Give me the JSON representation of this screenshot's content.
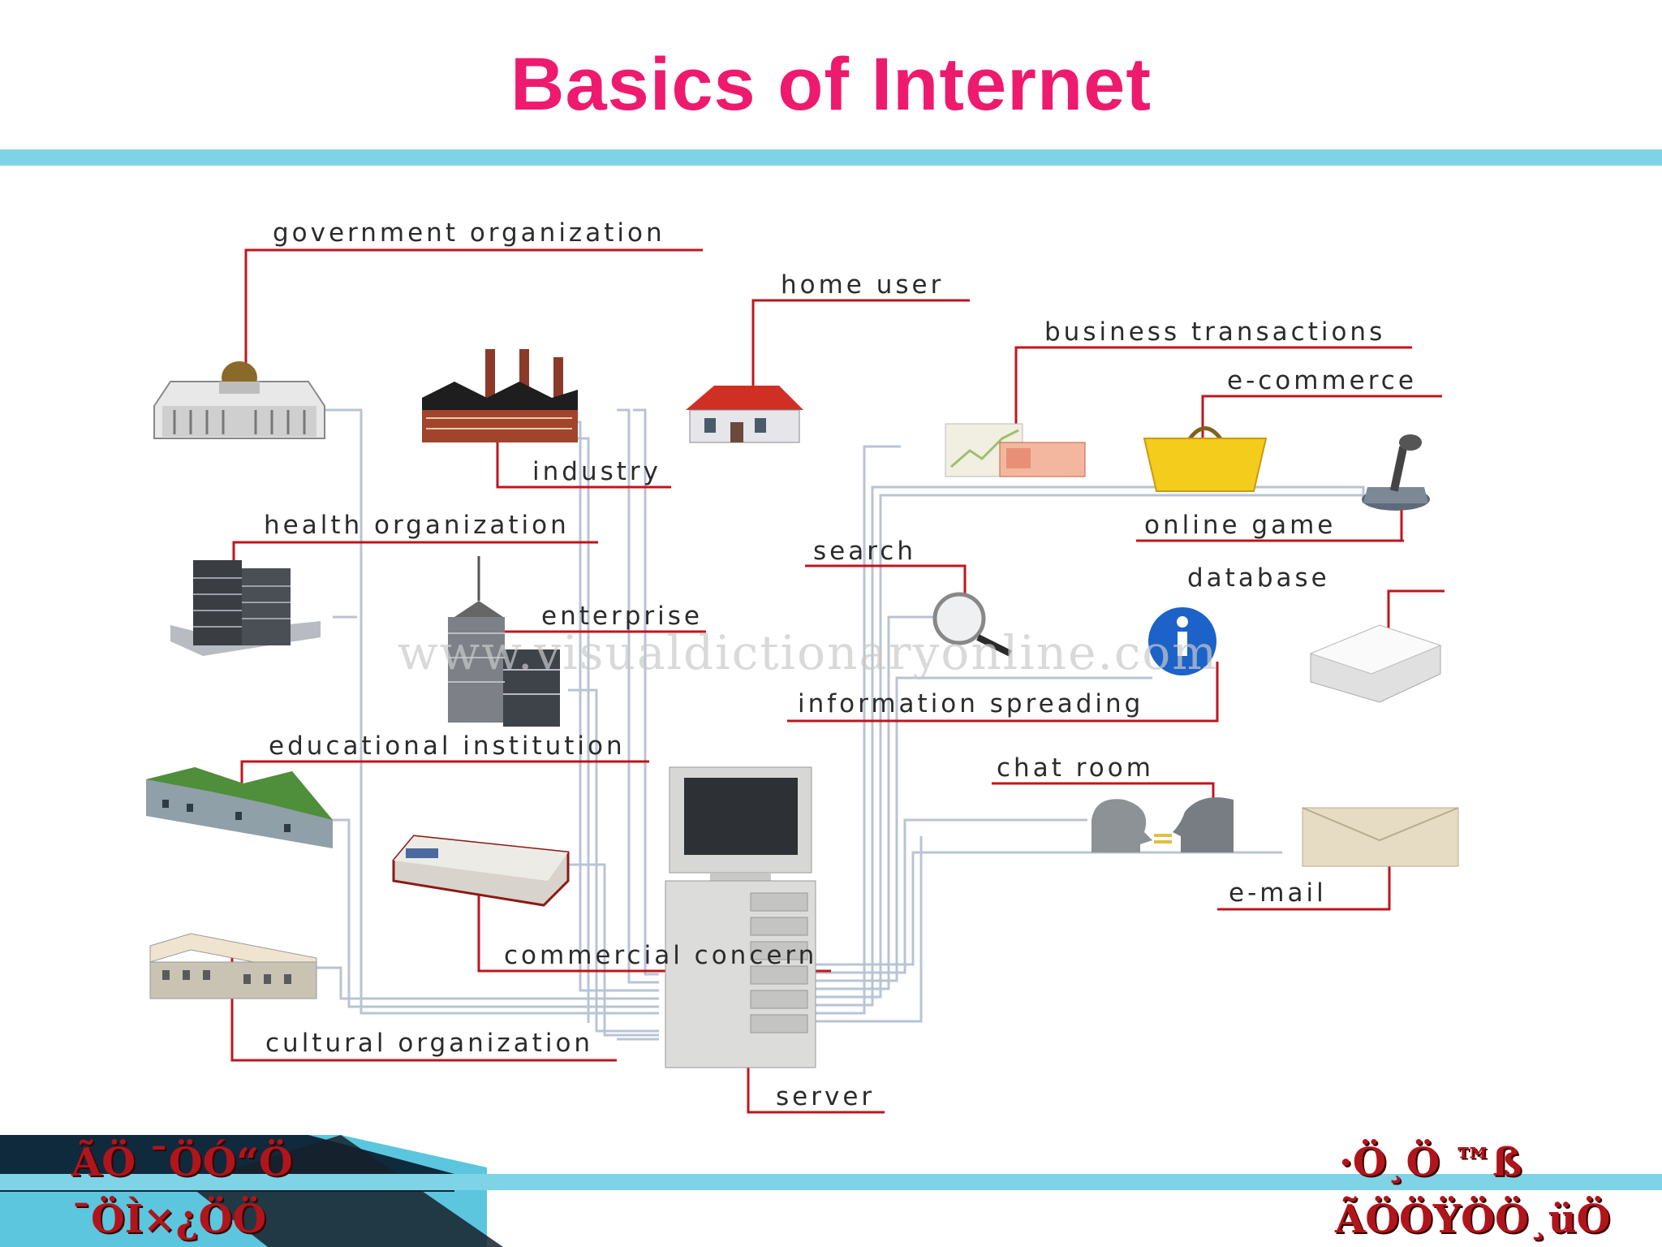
{
  "slide": {
    "title": "Basics of Internet",
    "colors": {
      "title": "#ee1a6e",
      "rule": "#7fd3e6",
      "connector": "#b8c4d4",
      "leader": "#c0151d",
      "footer_dark": "#0e2a3c",
      "footer_light": "#5bc6dd",
      "footer_text": "#b0151c"
    }
  },
  "diagram": {
    "labels": {
      "government": "government organization",
      "home_user": "home user",
      "business": "business transactions",
      "ecommerce": "e-commerce",
      "industry": "industry",
      "health": "health organization",
      "online_game": "online game",
      "search": "search",
      "database": "database",
      "enterprise": "enterprise",
      "information": "information spreading",
      "educational": "educational institution",
      "chat": "chat room",
      "email": "e-mail",
      "commercial": "commercial concern",
      "cultural": "cultural organization",
      "server": "server"
    },
    "watermark": "www.visualdictionaryonline.com",
    "icons": [
      "government-building-icon",
      "factory-icon",
      "house-icon",
      "chart-money-icon",
      "shopping-bag-icon",
      "joystick-icon",
      "office-towers-icon",
      "skyscraper-icon",
      "magnifier-icon",
      "info-icon",
      "paper-stack-icon",
      "campus-icon",
      "mall-icon",
      "chat-heads-icon",
      "envelope-icon",
      "museum-icon",
      "server-computer-icon"
    ]
  },
  "footer": {
    "left_line1": "ÃÖ ¯ÖÓ“Ö",
    "left_line2": "¯ÖÌ×¿ÖÖ",
    "right_line1": "·Ö¸Ö  ™ß",
    "right_line2": "ÃÖÖŸÖÖ¸üÖ"
  }
}
